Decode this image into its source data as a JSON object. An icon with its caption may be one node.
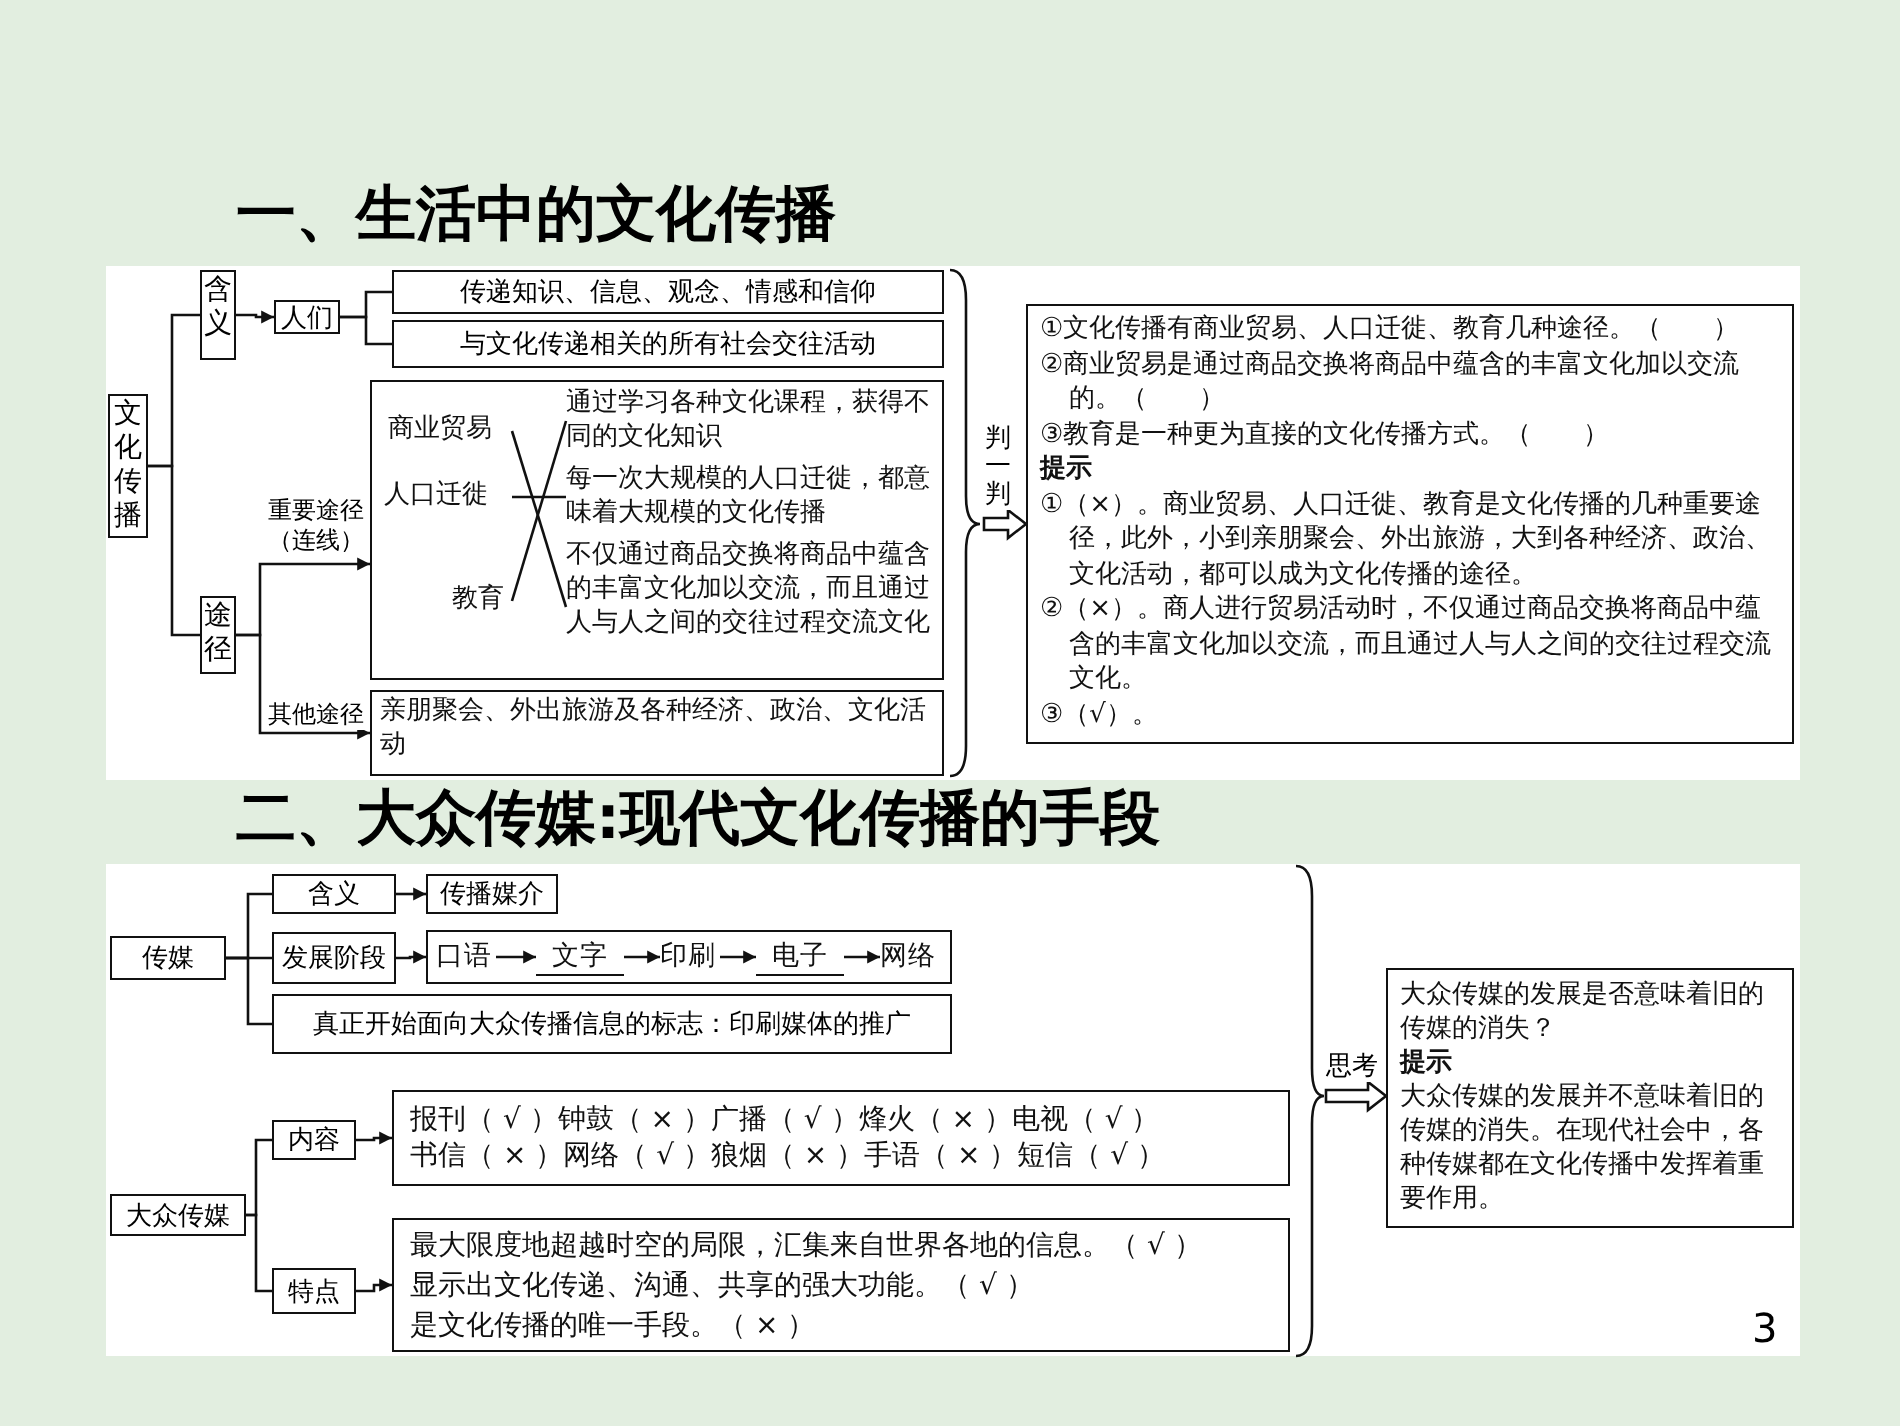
{
  "diagram": {
    "title": "一、生活中的文化传播",
    "nodes": [
      {
        "text": [
          "文化传播"
        ]
      },
      {
        "text": [
          "含义"
        ]
      },
      {
        "text": [
          "人们"
        ]
      },
      {
        "text": [
          "传递知识、信息、观念、情感和信仰"
        ]
      },
      {
        "text": [
          "与文化传递相关的所有社会交往活动"
        ]
      },
      {
        "text": [
          "途径"
        ]
      },
      {
        "text": [],
        "shape": "box"
      },
      {
        "text": [
          "商业贸易"
        ],
        "in": 6
      },
      {
        "text": [
          "人口迁徙"
        ],
        "in": 6
      },
      {
        "text": [
          "教育"
        ],
        "in": 6
      },
      {
        "text": [
          "通过学习各种文化课程，获得不同的文化知识"
        ],
        "in": 6
      },
      {
        "text": [
          "每一次大规模的人口迁徙，都意味着大规模的文化传播"
        ],
        "in": 6
      },
      {
        "text": [
          "不仅通过商品交换将商品中蕴含的丰富文化加以交流，而且通过人与人之间的交往过程交流文化"
        ],
        "in": 6
      },
      {
        "text": [
          "亲朋聚会、外出旅游及各种经济、政治、文化活动"
        ]
      },
      {
        "text": [
          "①文化传播有商业贸易、人口迁徙、教育几种途径。（　　）",
          "②商业贸易是通过商品交换将商品中蕴含的丰富文化加以交流的。（　　）",
          "③教育是一种更为直接的文化传播方式。（　　）",
          "提示",
          "①（×）。商业贸易、人口迁徙、教育是文化传播的几种重要途径，此外，小到亲朋聚会、外出旅游，大到各种经济、政治、文化活动，都可以成为文化传播的途径。",
          "②（×）。商人进行贸易活动时，不仅通过商品交换将商品中蕴含的丰富文化加以交流，而且通过人与人之间的交往过程交流文化。",
          "③（√）。"
        ]
      },
      {
        "text": [
          "传媒"
        ]
      },
      {
        "text": [
          "含义"
        ]
      },
      {
        "text": [
          "传播媒介"
        ]
      },
      {
        "text": [
          "发展阶段"
        ]
      },
      {
        "text": [],
        "shape": "box"
      },
      {
        "text": [
          "口语"
        ],
        "in": 19
      },
      {
        "text": [
          "文字"
        ],
        "in": 19
      },
      {
        "text": [
          "印刷"
        ],
        "in": 19
      },
      {
        "text": [
          "电子"
        ],
        "in": 19
      },
      {
        "text": [
          "网络"
        ],
        "in": 19
      },
      {
        "text": [
          "真正开始面向大众传播信息的标志：印刷媒体的推广"
        ]
      },
      {
        "text": [
          "大众传媒"
        ]
      },
      {
        "text": [
          "内容"
        ]
      },
      {
        "text": [
          "报刊（ √ ）钟鼓（ × ）广播（ √ ）烽火（ × ）电视（ √ ）",
          "书信（ × ）网络（ √ ）狼烟（ × ）手语（ × ）短信（ √ ）"
        ]
      },
      {
        "text": [
          "特点"
        ]
      },
      {
        "text": [
          "最大限度地超越时空的局限，汇集来自世界各地的信息。（ √ ）",
          "显示出文化传递、沟通、共享的强大功能。（ √ ）",
          "是文化传播的唯一手段。（ × ）"
        ]
      },
      {
        "text": [
          "大众传媒的发展是否意味着旧的传媒的消失？",
          "提示",
          "大众传媒的发展并不意味着旧的传媒的消失。在现代社会中，各种传媒都在文化传播中发挥着重要作用。"
        ]
      },
      {
        "text": [],
        "shape": "brace"
      },
      {
        "text": [],
        "shape": "brace"
      }
    ],
    "edges": [
      {
        "from": 0,
        "to": 1,
        "arrow": "none"
      },
      {
        "from": 0,
        "to": 5,
        "arrow": "none"
      },
      {
        "from": 1,
        "to": 2,
        "arrow": "to"
      },
      {
        "from": 2,
        "to": 3,
        "arrow": "none"
      },
      {
        "from": 2,
        "to": 4,
        "arrow": "none"
      },
      {
        "from": 5,
        "to": 6,
        "arrow": "to",
        "label": "重要途径（连线）"
      },
      {
        "from": 5,
        "to": 13,
        "arrow": "to",
        "label": "其他途径"
      },
      {
        "from": 7,
        "to": 12,
        "arrow": "none"
      },
      {
        "from": 8,
        "to": 11,
        "arrow": "none"
      },
      {
        "from": 9,
        "to": 10,
        "arrow": "none"
      },
      {
        "from": 32,
        "to": 14,
        "arrow": "to",
        "label": "判一判",
        "style": "thick"
      },
      {
        "from": 15,
        "to": 16,
        "arrow": "none"
      },
      {
        "from": 15,
        "to": 18,
        "arrow": "none"
      },
      {
        "from": 15,
        "to": 25,
        "arrow": "none"
      },
      {
        "from": 16,
        "to": 17,
        "arrow": "to"
      },
      {
        "from": 18,
        "to": 19,
        "arrow": "to"
      },
      {
        "from": 20,
        "to": 21,
        "arrow": "to"
      },
      {
        "from": 21,
        "to": 22,
        "arrow": "to"
      },
      {
        "from": 22,
        "to": 23,
        "arrow": "to"
      },
      {
        "from": 23,
        "to": 24,
        "arrow": "to"
      },
      {
        "from": 26,
        "to": 27,
        "arrow": "none"
      },
      {
        "from": 26,
        "to": 29,
        "arrow": "none"
      },
      {
        "from": 27,
        "to": 28,
        "arrow": "to"
      },
      {
        "from": 29,
        "to": 30,
        "arrow": "to"
      },
      {
        "from": 33,
        "to": 31,
        "arrow": "to",
        "label": "思考",
        "style": "thick"
      }
    ],
    "labels": [
      "二、大众传媒:现代文化传播的手段",
      "3"
    ]
  }
}
